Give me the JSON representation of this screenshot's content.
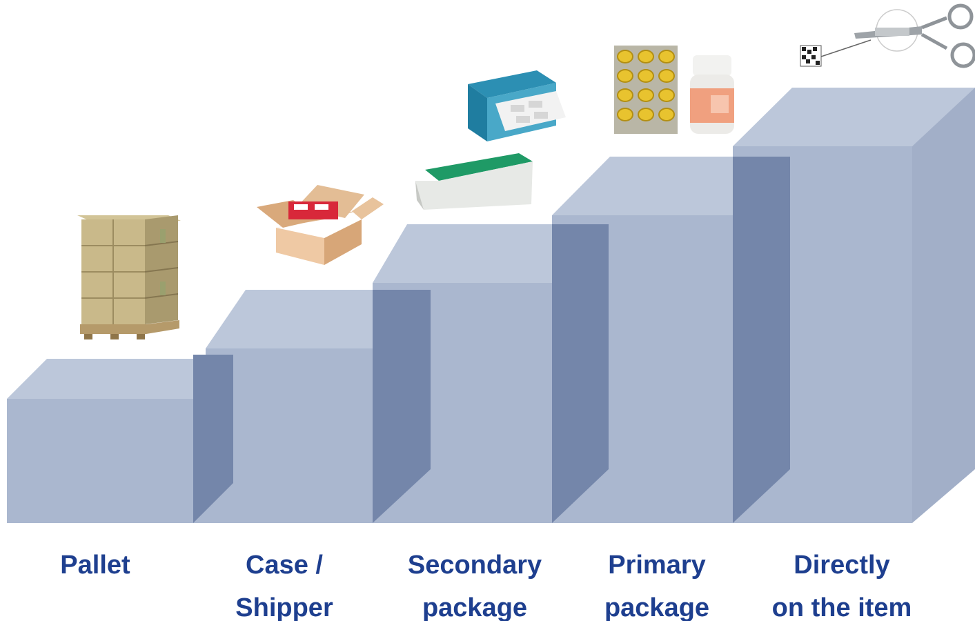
{
  "diagram": {
    "levels": [
      {
        "lines": [
          "Pallet"
        ],
        "illustration": "pallet-of-boxes"
      },
      {
        "lines": [
          "Case /",
          "Shipper"
        ],
        "illustration": "open-shipping-case"
      },
      {
        "lines": [
          "Secondary",
          "package"
        ],
        "illustration": "medicine-cartons"
      },
      {
        "lines": [
          "Primary",
          "package"
        ],
        "illustration": "blister-pack-and-pill-bottle"
      },
      {
        "lines": [
          "Directly",
          "on the item"
        ],
        "illustration": "datamatrix-on-surgical-forceps"
      }
    ],
    "colors": {
      "front": "#aab7cf",
      "top": "#bcc7da",
      "side": "#7486aa",
      "label": "#1e3f8f"
    }
  }
}
